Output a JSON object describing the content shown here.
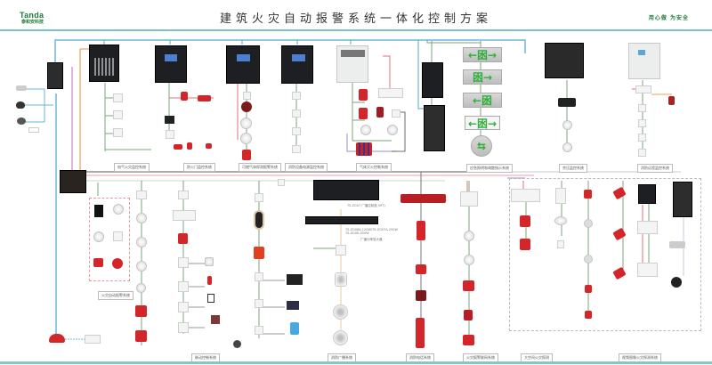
{
  "header": {
    "brand_en": "Tanda",
    "brand_cn": "泰和安科技",
    "title": "建筑火灾自动报警系统一体化控制方案",
    "slogan": "用心做 为安全"
  },
  "colors": {
    "brand_green": "#1f7a3a",
    "bus_blue": "#6ab7d8",
    "loop_green": "#7aa57a",
    "power_red": "#e0707a",
    "network_orange": "#e8a060",
    "audio_purple": "#a08cc8",
    "device_red": "#d3262a"
  },
  "broadcast": {
    "mic_model": "TS-ZG07 广播控制盘 (MT)",
    "amp_models": "TS-ZG08A-120W/TS-ZG07A-250W TS-ZG08-500W",
    "amp_name": "广播功率放大器"
  },
  "legend_boxes": [
    "电气火灾监控系统",
    "防火门监控系统",
    "可燃气体探测报警系统",
    "消防设备电源监控系统",
    "气体灭火控制系统",
    "应急照明和疏散指示系统",
    "余压监控系统",
    "消防远程监控系统",
    "火灾自动报警系统",
    "联动控制系统",
    "消防广播系统",
    "消防电话系统",
    "火灾报警联网系统",
    "大空间火灾探测",
    "视频图像火灾探测系统"
  ],
  "exit_signs": [
    "←囦→",
    "囦→",
    "←囦",
    "←囦→",
    "⇆"
  ]
}
